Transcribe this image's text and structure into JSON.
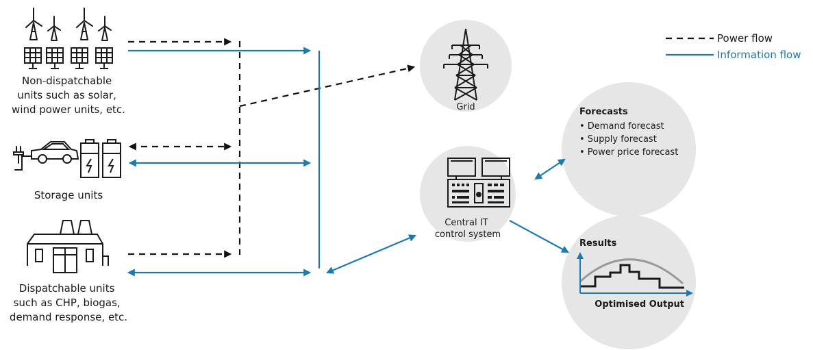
{
  "legend": {
    "power_flow": "Power flow",
    "information_flow": "Information flow"
  },
  "sources": {
    "non_dispatchable": [
      "Non-dispatchable",
      "units such as solar,",
      "wind power units, etc."
    ],
    "storage": [
      "Storage units"
    ],
    "dispatchable": [
      "Dispatchable units",
      "such as CHP, biogas,",
      "demand response, etc."
    ]
  },
  "grid": {
    "label": "Grid"
  },
  "control": {
    "label": [
      "Central IT",
      "control system"
    ]
  },
  "forecasts": {
    "title": "Forecasts",
    "items": [
      "• Demand forecast",
      "• Supply forecast",
      "• Power price forecast"
    ]
  },
  "results": {
    "title": "Results",
    "axis_label": "Optimised Output"
  },
  "colors": {
    "power_flow": "#111111",
    "information_flow": "#1a7ab1",
    "circle_fill": "#e6e6e6",
    "icon_stroke": "#1a1a1a",
    "curve": "#999999"
  }
}
